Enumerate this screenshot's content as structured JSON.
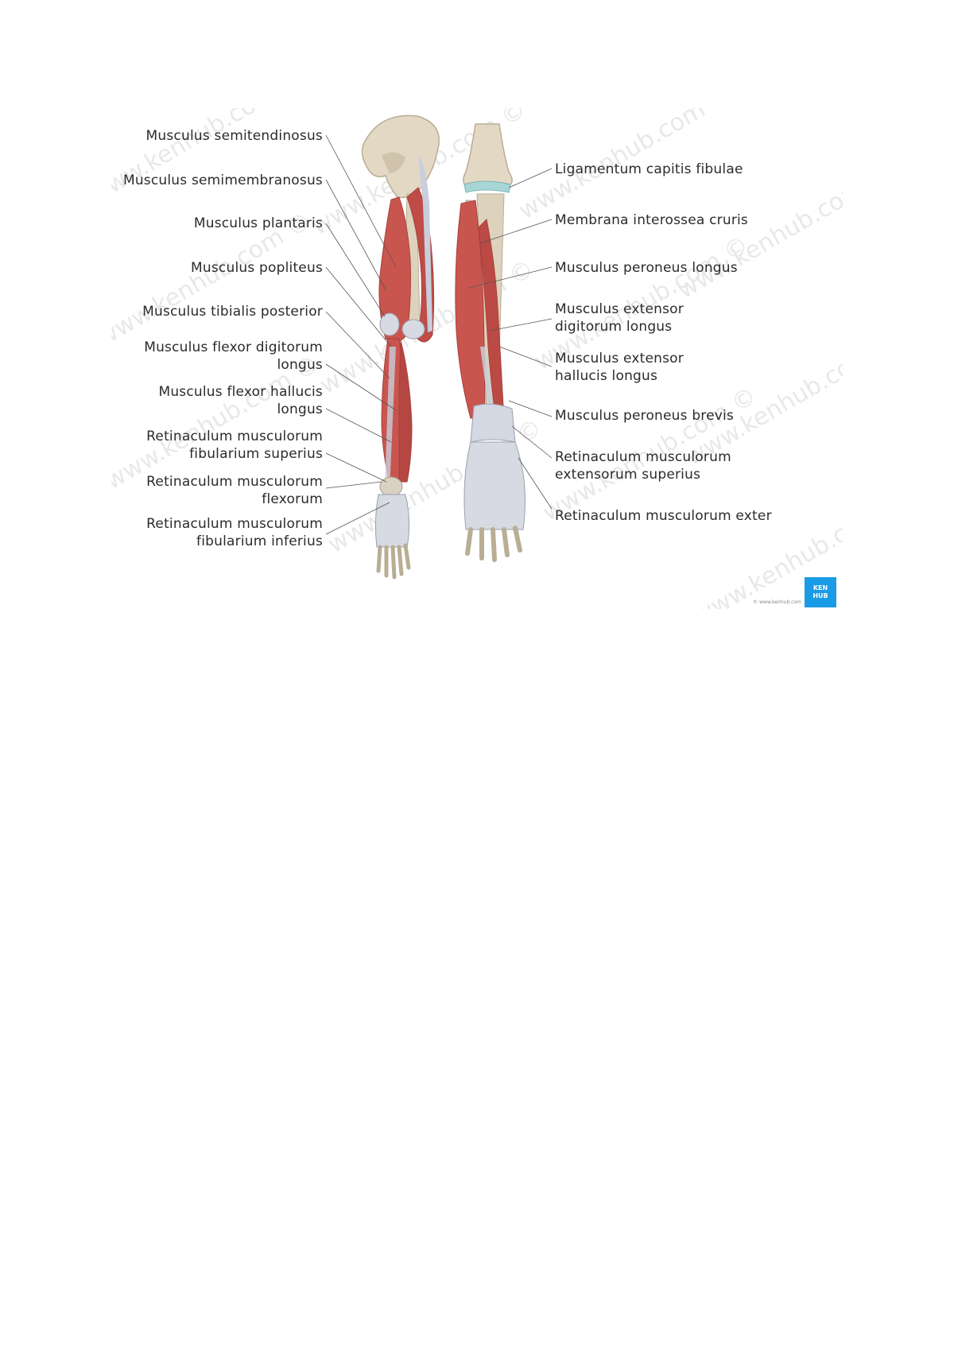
{
  "figure": {
    "watermark": "www.kenhub.com ©",
    "logo": {
      "line1": "KEN",
      "line2": "HUB",
      "color": "#1a9be6"
    },
    "credit": "© www.kenhub.com",
    "colors": {
      "muscle": "#c9554f",
      "bone": "#e2d8c4",
      "tendon": "#c8cedb",
      "text": "#2b2b2b"
    },
    "labels_left": [
      {
        "lines": [
          "Musculus semitendinosus"
        ]
      },
      {
        "lines": [
          "Musculus semimembranosus"
        ]
      },
      {
        "lines": [
          "Musculus plantaris"
        ]
      },
      {
        "lines": [
          "Musculus popliteus"
        ]
      },
      {
        "lines": [
          "Musculus tibialis posterior"
        ]
      },
      {
        "lines": [
          "Musculus flexor digitorum",
          "longus"
        ]
      },
      {
        "lines": [
          "Musculus flexor hallucis",
          "longus"
        ]
      },
      {
        "lines": [
          "Retinaculum musculorum",
          "fibularium superius"
        ]
      },
      {
        "lines": [
          "Retinaculum musculorum",
          "flexorum"
        ]
      },
      {
        "lines": [
          "Retinaculum musculorum",
          "fibularium inferius"
        ]
      }
    ],
    "labels_right": [
      {
        "lines": [
          "Ligamentum capitis fibulae"
        ]
      },
      {
        "lines": [
          "Membrana interossea cruris"
        ]
      },
      {
        "lines": [
          "Musculus peroneus longus"
        ]
      },
      {
        "lines": [
          "Musculus extensor",
          "digitorum longus"
        ]
      },
      {
        "lines": [
          "Musculus extensor",
          "hallucis longus"
        ]
      },
      {
        "lines": [
          "Musculus peroneus brevis"
        ]
      },
      {
        "lines": [
          "Retinaculum musculorum",
          "extensorum superius"
        ]
      },
      {
        "lines": [
          "Retinaculum musculorum exter"
        ]
      }
    ]
  }
}
